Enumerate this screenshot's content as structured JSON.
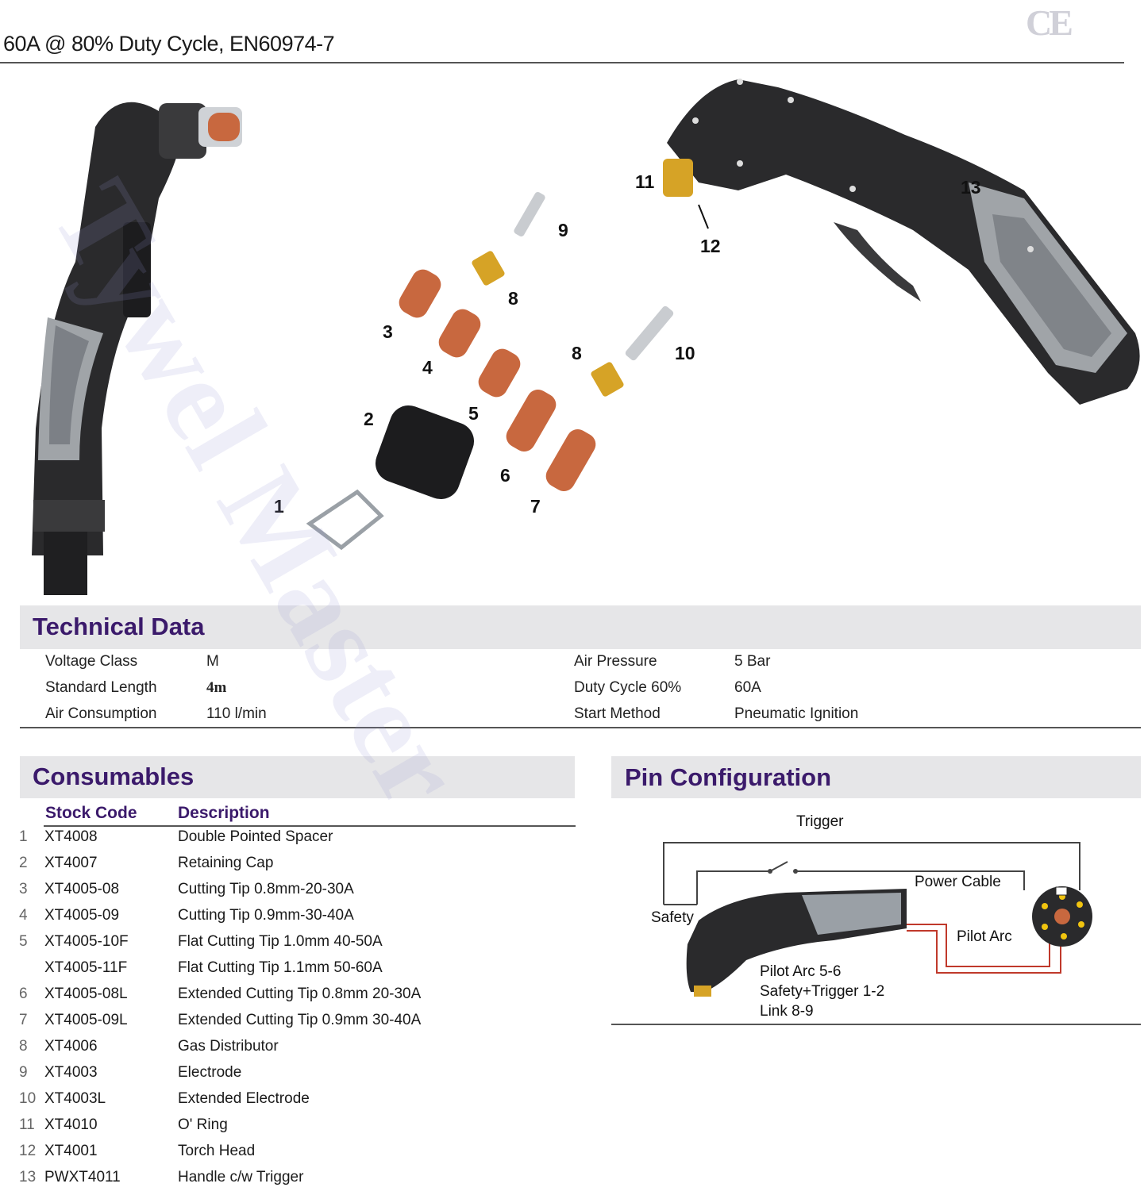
{
  "header": {
    "title": "60A @ 80% Duty Cycle, EN60974-7",
    "ce_mark": "CE"
  },
  "watermark": "Tywel Master",
  "diagram": {
    "part_numbers": [
      "1",
      "2",
      "3",
      "4",
      "5",
      "6",
      "7",
      "8",
      "8",
      "9",
      "10",
      "11",
      "12",
      "13"
    ]
  },
  "technical": {
    "title": "Technical Data",
    "left": [
      {
        "label": "Voltage Class",
        "value": "M"
      },
      {
        "label": "Standard Length",
        "value": "4m"
      },
      {
        "label": "Air Consumption",
        "value": "110 l/min"
      }
    ],
    "right": [
      {
        "label": "Air Pressure",
        "value": "5 Bar"
      },
      {
        "label": "Duty Cycle 60%",
        "value": "60A"
      },
      {
        "label": "Start Method",
        "value": "Pneumatic Ignition"
      }
    ]
  },
  "consumables": {
    "title": "Consumables",
    "col_code": "Stock Code",
    "col_desc": "Description",
    "rows": [
      {
        "num": "1",
        "code": "XT4008",
        "desc": "Double Pointed Spacer"
      },
      {
        "num": "2",
        "code": "XT4007",
        "desc": "Retaining Cap"
      },
      {
        "num": "3",
        "code": "XT4005-08",
        "desc": "Cutting Tip 0.8mm-20-30A"
      },
      {
        "num": "4",
        "code": "XT4005-09",
        "desc": "Cutting Tip 0.9mm-30-40A"
      },
      {
        "num": "5",
        "code": "XT4005-10F",
        "desc": "Flat Cutting Tip 1.0mm 40-50A"
      },
      {
        "num": "",
        "code": "XT4005-11F",
        "desc": "Flat Cutting Tip 1.1mm 50-60A"
      },
      {
        "num": "6",
        "code": "XT4005-08L",
        "desc": "Extended Cutting Tip 0.8mm 20-30A"
      },
      {
        "num": "7",
        "code": "XT4005-09L",
        "desc": "Extended Cutting Tip 0.9mm 30-40A"
      },
      {
        "num": "8",
        "code": "XT4006",
        "desc": "Gas Distributor"
      },
      {
        "num": "9",
        "code": "XT4003",
        "desc": "Electrode"
      },
      {
        "num": "10",
        "code": "XT4003L",
        "desc": "Extended Electrode"
      },
      {
        "num": "11",
        "code": "XT4010",
        "desc": "O' Ring"
      },
      {
        "num": "12",
        "code": "XT4001",
        "desc": "Torch Head"
      },
      {
        "num": "13",
        "code": "PWXT4011",
        "desc": "Handle c/w Trigger"
      }
    ]
  },
  "pin": {
    "title": "Pin Configuration",
    "trigger": "Trigger",
    "power_cable": "Power Cable",
    "safety": "Safety",
    "pilot_arc": "Pilot Arc",
    "note1": "Pilot Arc 5-6",
    "note2": "Safety+Trigger 1-2",
    "note3": "Link 8-9"
  },
  "colors": {
    "section_title": "#3b1a6b",
    "section_bar": "#e6e6e8",
    "copper": "#c8683f",
    "torch_body": "#2a2a2c",
    "torch_grip": "#a0a4a8",
    "wire_red": "#c0392b"
  }
}
